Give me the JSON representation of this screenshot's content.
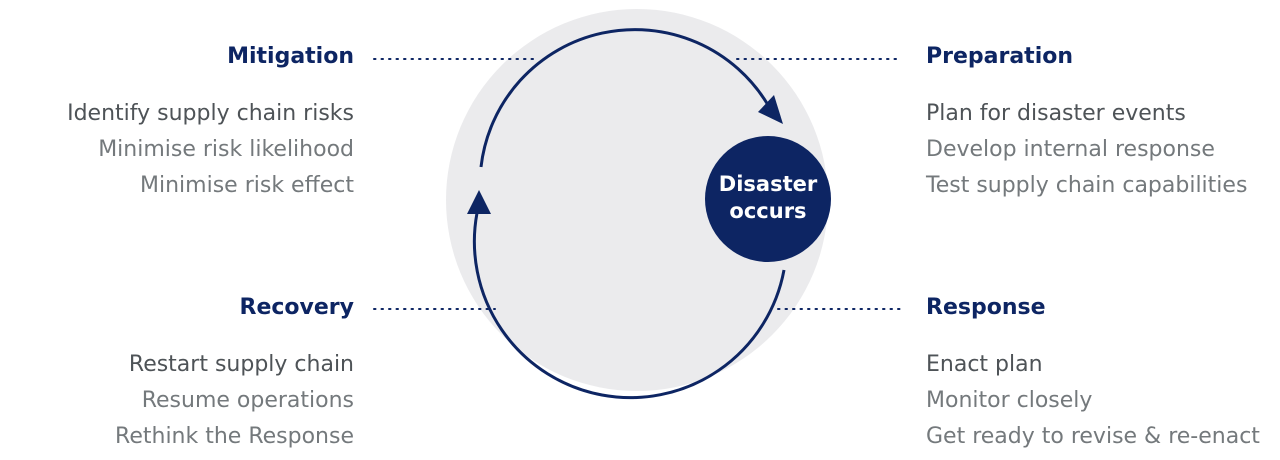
{
  "colors": {
    "navy": "#0d2563",
    "light_gray_circle": "#ebebed",
    "dots": "#0d2563",
    "text_dark": "#4e5357",
    "text_light": "#74797c"
  },
  "center": {
    "line1": "Disaster",
    "line2": "occurs"
  },
  "phases": {
    "mitigation": {
      "title": "Mitigation",
      "items": [
        "Identify supply chain risks",
        "Minimise risk likelihood",
        "Minimise risk effect"
      ]
    },
    "preparation": {
      "title": "Preparation",
      "items": [
        "Plan for disaster events",
        "Develop internal response",
        "Test supply chain capabilities"
      ]
    },
    "recovery": {
      "title": "Recovery",
      "items": [
        "Restart supply chain",
        "Resume operations",
        "Rethink the Response"
      ]
    },
    "response": {
      "title": "Response",
      "items": [
        "Enact plan",
        "Monitor closely",
        "Get ready to revise & re-enact"
      ]
    }
  },
  "icons": {
    "cycle_arrows": "clockwise-cycle-arrows-icon"
  }
}
